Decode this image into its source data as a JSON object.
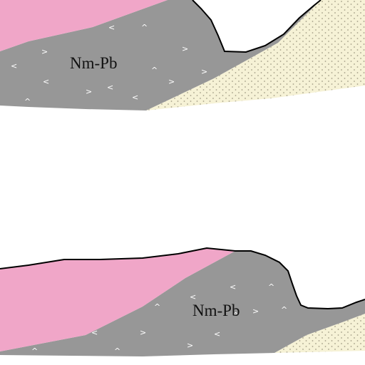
{
  "sections": [
    {
      "id": "upper-section",
      "units": [
        {
          "code": "pink-unit",
          "label": ""
        },
        {
          "code": "Nm-Pb",
          "label": "Nm-Pb"
        },
        {
          "code": "sand-unit",
          "label": ""
        }
      ]
    },
    {
      "id": "lower-section",
      "units": [
        {
          "code": "pink-unit",
          "label": ""
        },
        {
          "code": "Nm-Pb",
          "label": "Nm-Pb"
        },
        {
          "code": "sand-unit",
          "label": ""
        }
      ]
    }
  ],
  "colors": {
    "pink_unit": "#f0a6c8",
    "volcanic_unit": "#979797",
    "sand_unit": "#f6f2d6",
    "sand_dots": "#a59f88",
    "outline": "#000000"
  },
  "symbols": {
    "volcanic_marks": [
      "<",
      ">",
      "^"
    ]
  }
}
